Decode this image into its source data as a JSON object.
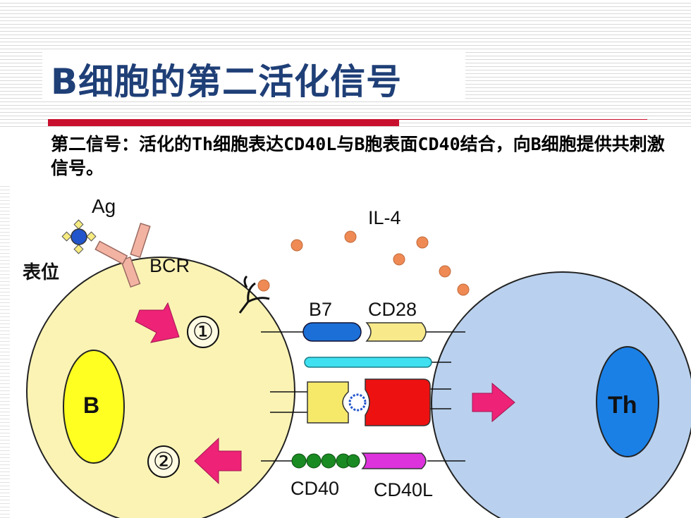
{
  "slide": {
    "title": "B细胞的第二活化信号",
    "description": "第二信号：活化的Th细胞表达CD40L与B胞表面CD40结合，向B细胞提供共刺激信号。"
  },
  "diagram": {
    "labels": {
      "ag": "Ag",
      "epitope": "表位",
      "bcr": "BCR",
      "il4": "IL-4",
      "b7": "B7",
      "cd28": "CD28",
      "b_cell": "B",
      "th_cell": "Th",
      "cd40": "CD40",
      "cd40l": "CD40L",
      "step1": "①",
      "step2": "②"
    },
    "colors": {
      "b_cell": "#fbf3b4",
      "b_nucleus": "#ffff22",
      "th_cell": "#b9d1ee",
      "th_nucleus": "#1a80e6",
      "arrow": "#ee2277",
      "il4_dot": "#ef8a55",
      "b7": "#1c6fd6",
      "cd28": "#f8ea8a",
      "cyan_bar": "#3fe0f0",
      "cd40": "#1a8a22",
      "cd40l": "#dd33dd",
      "red_block": "#ee1111",
      "bcr": "#f3b3a3",
      "antigen": "#2255cc"
    }
  }
}
